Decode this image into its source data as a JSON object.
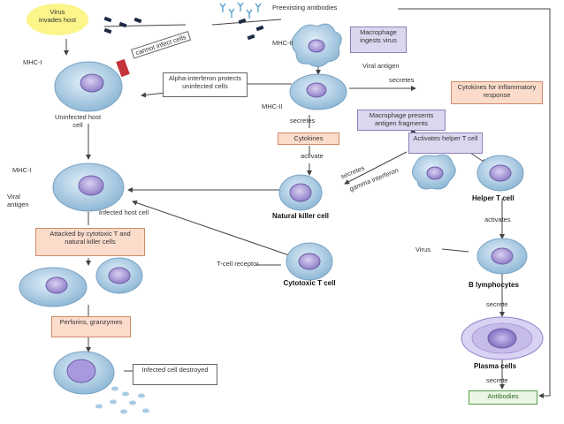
{
  "labels": {
    "virus_invades_host": "Virus invades host",
    "preexisting_antibodies": "Preexisting antibodies",
    "mhc_i_top": "MHC-I",
    "mhc_ii_top": "MHC-II",
    "mhc_ii_mid": "MHC-II",
    "cannot_infect_cells": "cannot infect cells",
    "alpha_interferon": "Alpha-interferon protects uninfected cells",
    "macrophage_ingests": "Macrophage ingests virus",
    "viral_antigen_top": "Viral antigen",
    "secretes_1": "secretes",
    "cytokines_inflammatory": "Cytokines for inflammatory response",
    "uninfected_host_cell": "Uninfected host cell",
    "secretes_2": "secretes",
    "macrophage_presents": "Macrophage presents antigen fragments",
    "cytokines": "Cytokines",
    "activates_helper": "Activates helper T cell",
    "activate": "activate",
    "secretes_3": "secretes",
    "gamma_interferon": "gamma interferon",
    "mhc_i_left": "MHC-I",
    "viral_antigen_left": "Viral antigen",
    "infected_host_cell": "Infected host cell",
    "natural_killer_cell": "Natural killer cell",
    "helper_t_cell": "Helper T cell",
    "activates": "activates",
    "attacked_by": "Attacked by cytotoxic T and natural killer cells",
    "virus": "Virus",
    "t_cell_receptor": "T-cell receptor",
    "cytotoxic_t_cell": "Cytotoxic T cell",
    "b_lymphocytes": "B lymphocytes",
    "secrete_1": "secrete",
    "perforins": "Perforins, granzymes",
    "plasma_cells": "Plasma cells",
    "infected_cell_destroyed": "Infected cell destroyed",
    "secrete_2": "secrete",
    "antibodies": "Antibodies"
  },
  "colors": {
    "cell_body": "#b9d6ea",
    "nucleus": "#b3a6d9",
    "purple_box": "#dcd6ef",
    "orange_box": "#fbdccb",
    "oval": "#fbf58a",
    "antibody_box": "#eaf5e4"
  }
}
